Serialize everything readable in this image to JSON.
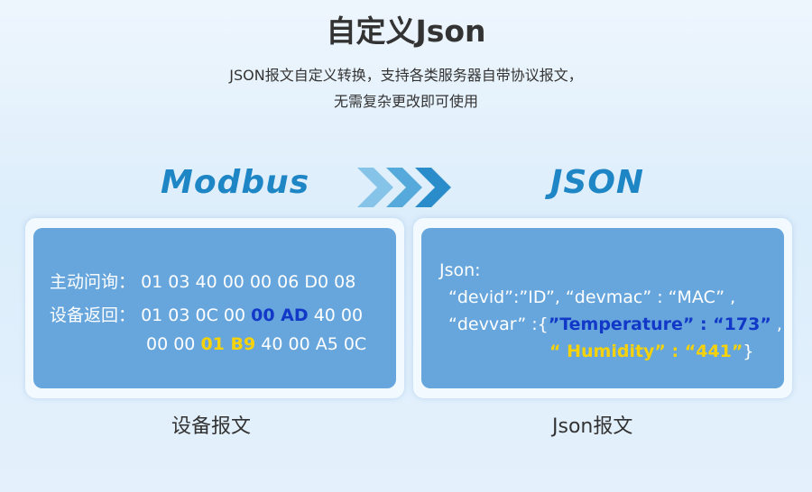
{
  "header": {
    "title": "自定义Json",
    "subtitle_line1": "JSON报文自定义转换，支持各类服务器自带协议报文，",
    "subtitle_line2": "无需复杂更改即可使用"
  },
  "left": {
    "brand": "Modbus",
    "query_label": "主动问询：",
    "query_hex": "01 03 40 00 00 06 D0 08",
    "reply_label": "设备返回：",
    "reply_hex_a": "01 03 0C 00",
    "reply_hex_b": "00 AD",
    "reply_hex_c": "40 00",
    "reply_hex_d": "00 00",
    "reply_hex_e": "01 B9",
    "reply_hex_f": "40 00 A5 0C",
    "caption": "设备报文"
  },
  "right": {
    "brand": "JSON",
    "l1": "Json:",
    "l2": "“devid”:”ID”, “devmac” : “MAC” ,",
    "l3a": "“devvar” :{",
    "l3b": "”Temperature” : “173”",
    "l3c": " ,",
    "l4a": "“ Humidity” : “441”",
    "l4b": "}",
    "caption": "Json报文"
  },
  "colors": {
    "brand": "#1f86c6",
    "panel": "#67a6dc",
    "highlight_blue": "#1238c8",
    "highlight_yellow": "#f6d20a"
  },
  "icons": {
    "arrow": "triple-chevron-right-icon"
  }
}
